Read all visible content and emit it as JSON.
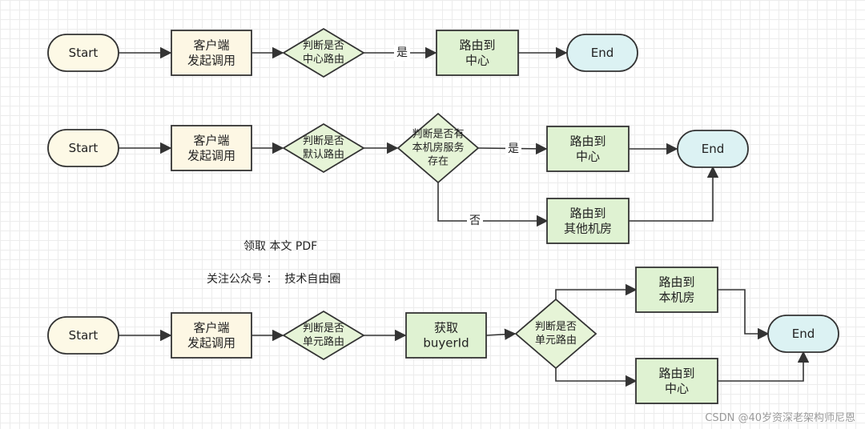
{
  "colors": {
    "terminal_start_fill": "#fdf9e6",
    "process_fill": "#fdf7e4",
    "decision_fill": "#e6f4d7",
    "action_fill": "#dff2d2",
    "terminal_end_fill": "#dcf2f3",
    "stroke": "#333333"
  },
  "nodes": [
    {
      "id": "r1_start",
      "shape": "terminal",
      "kind": "start",
      "lines": [
        "Start"
      ]
    },
    {
      "id": "r1_call",
      "shape": "process",
      "kind": "process",
      "lines": [
        "客户端",
        "发起调用"
      ]
    },
    {
      "id": "r1_dec",
      "shape": "decision",
      "kind": "decision",
      "lines": [
        "判断是否",
        "中心路由"
      ]
    },
    {
      "id": "r1_route",
      "shape": "process",
      "kind": "action",
      "lines": [
        "路由到",
        "中心"
      ]
    },
    {
      "id": "r1_end",
      "shape": "terminal",
      "kind": "end",
      "lines": [
        "End"
      ]
    },
    {
      "id": "r2_start",
      "shape": "terminal",
      "kind": "start",
      "lines": [
        "Start"
      ]
    },
    {
      "id": "r2_call",
      "shape": "process",
      "kind": "process",
      "lines": [
        "客户端",
        "发起调用"
      ]
    },
    {
      "id": "r2_dec1",
      "shape": "decision",
      "kind": "decision",
      "lines": [
        "判断是否",
        "默认路由"
      ]
    },
    {
      "id": "r2_dec2",
      "shape": "decision",
      "kind": "decision",
      "lines": [
        "判断是否有",
        "本机房服务",
        "存在"
      ]
    },
    {
      "id": "r2_center",
      "shape": "process",
      "kind": "action",
      "lines": [
        "路由到",
        "中心"
      ]
    },
    {
      "id": "r2_other",
      "shape": "process",
      "kind": "action",
      "lines": [
        "路由到",
        "其他机房"
      ]
    },
    {
      "id": "r2_end",
      "shape": "terminal",
      "kind": "end",
      "lines": [
        "End"
      ]
    },
    {
      "id": "r3_start",
      "shape": "terminal",
      "kind": "start",
      "lines": [
        "Start"
      ]
    },
    {
      "id": "r3_call",
      "shape": "process",
      "kind": "process",
      "lines": [
        "客户端",
        "发起调用"
      ]
    },
    {
      "id": "r3_dec1",
      "shape": "decision",
      "kind": "decision",
      "lines": [
        "判断是否",
        "单元路由"
      ]
    },
    {
      "id": "r3_buyer",
      "shape": "process",
      "kind": "action",
      "lines": [
        "获取",
        "buyerId"
      ]
    },
    {
      "id": "r3_dec2",
      "shape": "decision",
      "kind": "decision",
      "lines": [
        "判断是否",
        "单元路由"
      ]
    },
    {
      "id": "r3_local",
      "shape": "process",
      "kind": "action",
      "lines": [
        "路由到",
        "本机房"
      ]
    },
    {
      "id": "r3_center",
      "shape": "process",
      "kind": "action",
      "lines": [
        "路由到",
        "中心"
      ]
    },
    {
      "id": "r3_end",
      "shape": "terminal",
      "kind": "end",
      "lines": [
        "End"
      ]
    }
  ],
  "edges": [
    {
      "from": "r1_start",
      "to": "r1_call",
      "label": ""
    },
    {
      "from": "r1_call",
      "to": "r1_dec",
      "label": ""
    },
    {
      "from": "r1_dec",
      "to": "r1_route",
      "label": "是"
    },
    {
      "from": "r1_route",
      "to": "r1_end",
      "label": ""
    },
    {
      "from": "r2_start",
      "to": "r2_call",
      "label": ""
    },
    {
      "from": "r2_call",
      "to": "r2_dec1",
      "label": ""
    },
    {
      "from": "r2_dec1",
      "to": "r2_dec2",
      "label": ""
    },
    {
      "from": "r2_dec2",
      "to": "r2_center",
      "label": "是"
    },
    {
      "from": "r2_dec2",
      "to": "r2_other",
      "label": "否"
    },
    {
      "from": "r2_center",
      "to": "r2_end",
      "label": ""
    },
    {
      "from": "r2_other",
      "to": "r2_end",
      "label": ""
    },
    {
      "from": "r3_start",
      "to": "r3_call",
      "label": ""
    },
    {
      "from": "r3_call",
      "to": "r3_dec1",
      "label": ""
    },
    {
      "from": "r3_dec1",
      "to": "r3_buyer",
      "label": ""
    },
    {
      "from": "r3_buyer",
      "to": "r3_dec2",
      "label": ""
    },
    {
      "from": "r3_dec2",
      "to": "r3_local",
      "label": ""
    },
    {
      "from": "r3_dec2",
      "to": "r3_center",
      "label": ""
    },
    {
      "from": "r3_local",
      "to": "r3_end",
      "label": ""
    },
    {
      "from": "r3_center",
      "to": "r3_end",
      "label": ""
    }
  ],
  "notes": {
    "pdf_line": "领取 本文 PDF",
    "follow_line": "关注公众号 ：  技术自由圈"
  },
  "watermark": "CSDN @40岁资深老架构师尼恩"
}
